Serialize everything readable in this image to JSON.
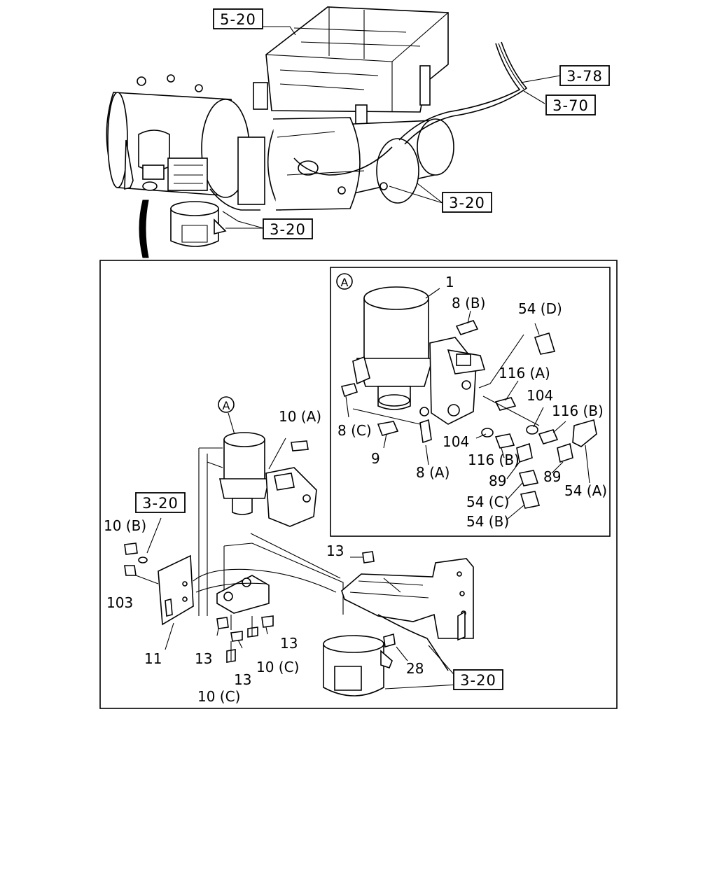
{
  "references": {
    "ref_5_20": "5-20",
    "ref_3_78": "3-78",
    "ref_3_70": "3-70",
    "ref_3_20_tanks": "3-20",
    "ref_3_20_dryer": "3-20",
    "ref_3_20_bracket": "3-20",
    "ref_3_20_tank_bottom": "3-20"
  },
  "detail_markers": {
    "marker_a_detail": "A",
    "marker_a_main": "A"
  },
  "callouts": {
    "c1": "1",
    "c8b": "8 (B)",
    "c54d": "54 (D)",
    "c116a": "116 (A)",
    "c104r": "104",
    "c116b_r": "116 (B)",
    "c8c": "8 (C)",
    "c104l": "104",
    "c9": "9",
    "c8a": "8 (A)",
    "c116b_l": "116 (B)",
    "c89l": "89",
    "c89r": "89",
    "c54a": "54 (A)",
    "c54c": "54 (C)",
    "c54b": "54 (B)",
    "c10a": "10 (A)",
    "c10b": "10 (B)",
    "c103": "103",
    "c11": "11",
    "c13_top": "13",
    "c13_a": "13",
    "c13_b": "13",
    "c13_c": "13",
    "c10c_a": "10 (C)",
    "c10c_b": "10 (C)",
    "c28": "28"
  }
}
